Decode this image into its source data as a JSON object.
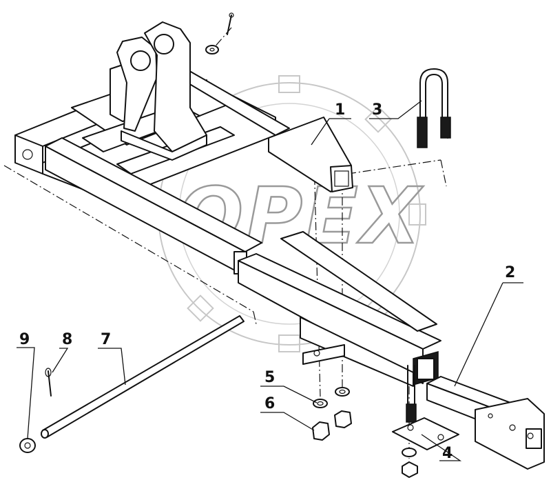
{
  "watermark": {
    "text": "OPEX",
    "color": "#9a9a9a"
  },
  "callouts": [
    {
      "id": "1",
      "label": "1"
    },
    {
      "id": "2",
      "label": "2"
    },
    {
      "id": "3",
      "label": "3"
    },
    {
      "id": "4",
      "label": "4"
    },
    {
      "id": "5",
      "label": "5"
    },
    {
      "id": "6",
      "label": "6"
    },
    {
      "id": "7",
      "label": "7"
    },
    {
      "id": "8",
      "label": "8"
    },
    {
      "id": "9",
      "label": "9"
    }
  ],
  "colors": {
    "line": "#111111",
    "background": "#ffffff"
  }
}
